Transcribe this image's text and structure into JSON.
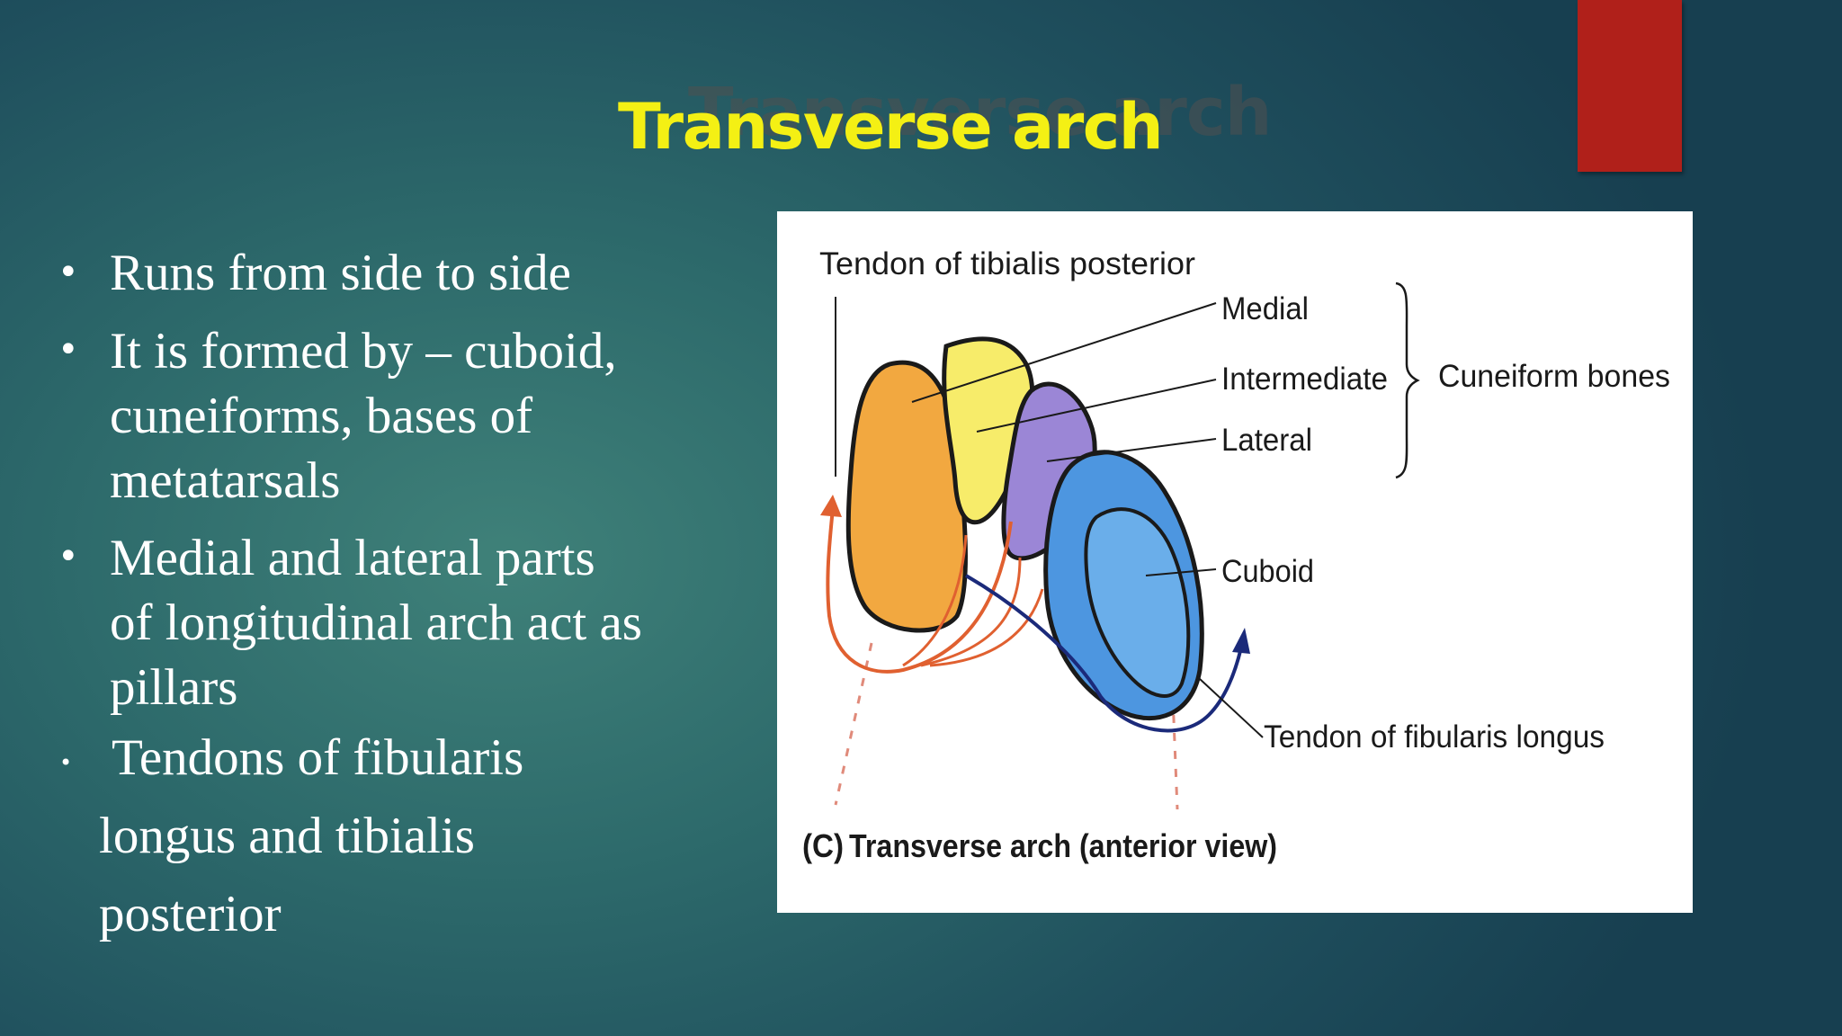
{
  "slide": {
    "title": "Transverse arch",
    "title_shadow": "Transverse arch",
    "accent_color": "#b0201a",
    "title_color": "#f4f014"
  },
  "bullets": [
    {
      "lines": [
        "Runs from side to side"
      ]
    },
    {
      "lines": [
        "It is formed by – cuboid,",
        "cuneiforms, bases of",
        "metatarsals"
      ]
    },
    {
      "lines": [
        "Medial and lateral parts",
        "of longitudinal arch act as",
        "pillars"
      ]
    },
    {
      "lines": [
        "Tendons of fibularis",
        "longus and tibialis",
        "posterior"
      ]
    }
  ],
  "figure": {
    "tendon_tibialis": "Tendon of tibialis posterior",
    "medial": "Medial",
    "intermediate": "Intermediate",
    "lateral": "Lateral",
    "cuneiform_bones": "Cuneiform bones",
    "cuboid": "Cuboid",
    "tendon_fibularis": "Tendon of fibularis longus",
    "caption_letter": "(C)",
    "caption": "Transverse arch (anterior view)"
  }
}
